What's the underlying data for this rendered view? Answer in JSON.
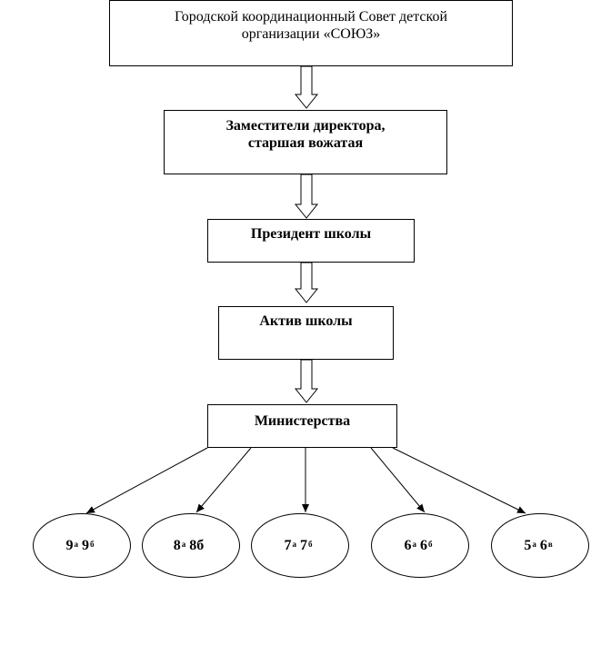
{
  "boxes": {
    "council": [
      "Городской координационный Совет детской",
      "организации «СОЮЗ»"
    ],
    "deputies": [
      "Заместители директора,",
      "старшая вожатая"
    ],
    "president": "Президент школы",
    "activists": "Актив школы",
    "ministries": "Министерства"
  },
  "groups": [
    {
      "a": "9",
      "a_sup": "а",
      "b": "9",
      "b_sup": "б"
    },
    {
      "a": "8",
      "a_sup": "а",
      "b": "8б",
      "b_sup": ""
    },
    {
      "a": "7",
      "a_sup": "а",
      "b": "7",
      "b_sup": "б"
    },
    {
      "a": "6",
      "a_sup": "а",
      "b": "6",
      "b_sup": "б"
    },
    {
      "a": "5",
      "a_sup": "а",
      "b": "6",
      "b_sup": "в"
    }
  ]
}
